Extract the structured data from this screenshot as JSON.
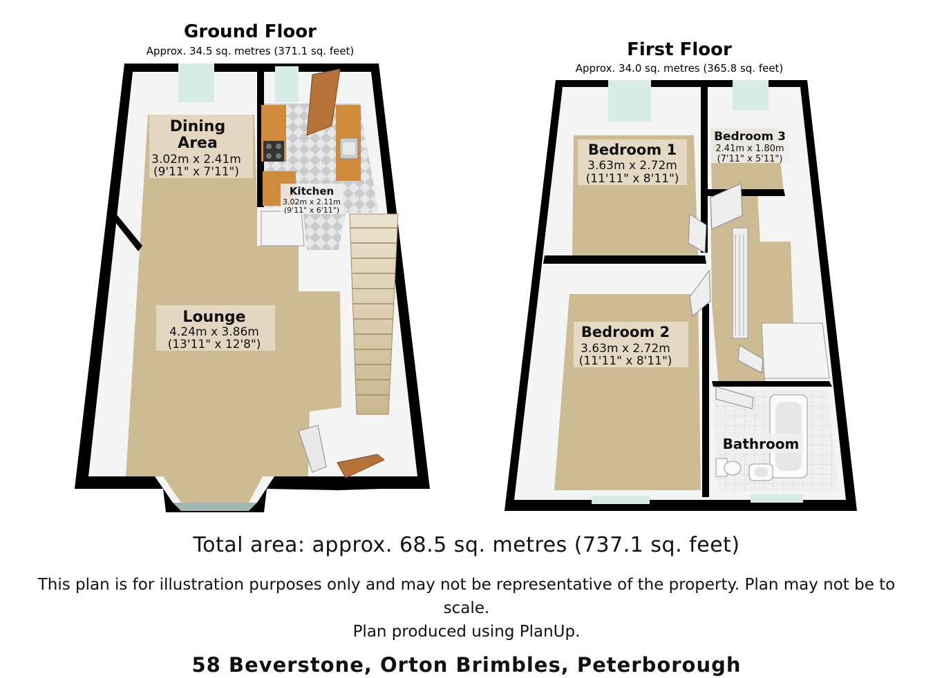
{
  "ground_floor": {
    "title": "Ground Floor",
    "area": "Approx. 34.5 sq. metres (371.1 sq. feet)",
    "rooms": [
      {
        "name": "Dining",
        "name2": "Area",
        "metric": "3.02m x 2.41m",
        "imperial": "(9'11\" x 7'11\")"
      },
      {
        "name": "Kitchen",
        "metric": "3.02m x 2.11m",
        "imperial": "(9'11\" x 6'11\")"
      },
      {
        "name": "Lounge",
        "metric": "4.24m x 3.86m",
        "imperial": "(13'11\" x 12'8\")"
      }
    ]
  },
  "first_floor": {
    "title": "First Floor",
    "area": "Approx. 34.0 sq. metres (365.8 sq. feet)",
    "rooms": [
      {
        "name": "Bedroom 1",
        "metric": "3.63m x 2.72m",
        "imperial": "(11'11\" x 8'11\")"
      },
      {
        "name": "Bedroom 3",
        "metric": "2.41m x 1.80m",
        "imperial": "(7'11\" x 5'11\")"
      },
      {
        "name": "Bedroom 2",
        "metric": "3.63m x 2.72m",
        "imperial": "(11'11\" x 8'11\")"
      },
      {
        "name": "Bathroom"
      }
    ]
  },
  "total_area": "Total area: approx. 68.5 sq. metres (737.1 sq. feet)",
  "disclaimer": "This plan is for illustration purposes only and may not be representative of the property. Plan may not be to scale.",
  "produced_by": "Plan produced using PlanUp.",
  "address": "58 Beverstone, Orton Brimbles, Peterborough",
  "colors": {
    "wall": "#000000",
    "wall_inner": "#f4f4f4",
    "carpet": "#cdbb94",
    "window": "#d7ece6",
    "worktop": "#d08a3c",
    "door": "#b5733a",
    "tile": "#e6e8e8",
    "stair": "#d8c7a0"
  }
}
